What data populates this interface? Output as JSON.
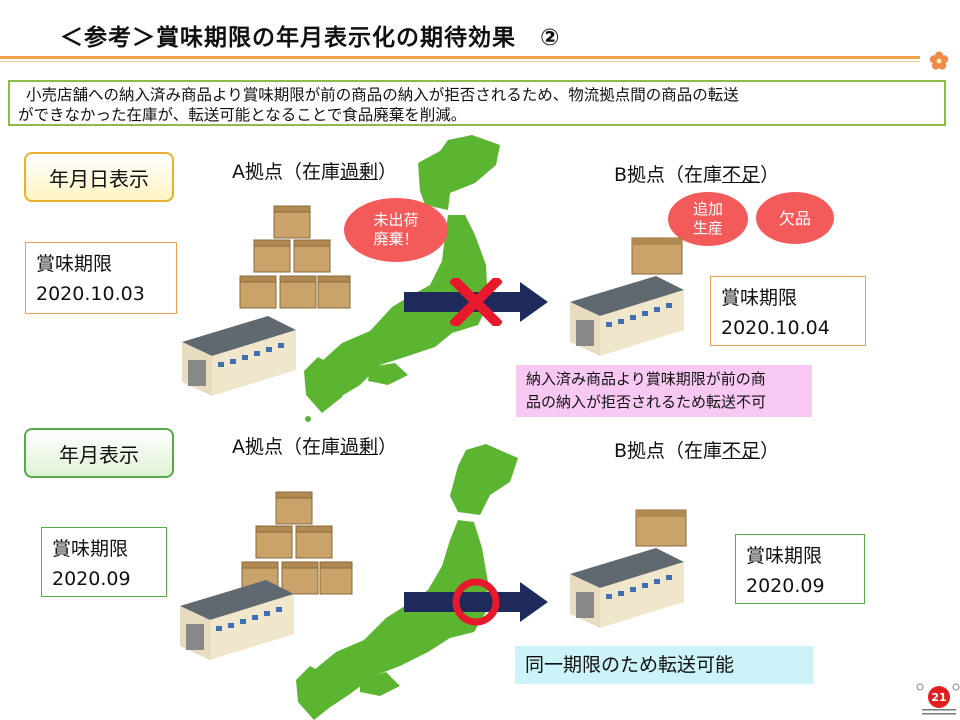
{
  "title": "＜参考＞賞味期限の年月表示化の期待効果　②",
  "summary": {
    "line1": "小売店舗への納入済み商品より賞味期限が前の商品の納入が拒否されるため、物流拠点間の商品の転送",
    "line2": "ができなかった在庫が、転送可能となることで食品廃棄を削減。"
  },
  "before": {
    "label": "年月日表示",
    "hub_a": {
      "prefix": "A拠点（在庫",
      "emph": "過剰",
      "suffix": "）"
    },
    "hub_b": {
      "prefix": "B拠点（在庫",
      "emph": "不足",
      "suffix": "）"
    },
    "date_a": {
      "label": "賞味期限",
      "value": "2020.10.03"
    },
    "date_b": {
      "label": "賞味期限",
      "value": "2020.10.04"
    },
    "bubble_waste": {
      "line1": "未出荷",
      "line2": "廃棄！"
    },
    "bubble_extra": {
      "line1": "追加",
      "line2": "生産"
    },
    "bubble_shortage": "欠品",
    "note": {
      "line1": "納入済み商品より賞味期限が前の商",
      "line2": "品の納入が拒否されるため転送不可"
    }
  },
  "after": {
    "label": "年月表示",
    "hub_a": {
      "prefix": "A拠点（在庫",
      "emph": "過剰",
      "suffix": "）"
    },
    "hub_b": {
      "prefix": "B拠点（在庫",
      "emph": "不足",
      "suffix": "）"
    },
    "date_a": {
      "label": "賞味期限",
      "value": "2020.09"
    },
    "date_b": {
      "label": "賞味期限",
      "value": "2020.09"
    },
    "note": "同一期限のため転送可能"
  },
  "page_number": "21",
  "colors": {
    "accent_orange": "#f2a24a",
    "map_green": "#5cb531",
    "arrow_navy": "#1f2a5c",
    "cross_red": "#e8192c",
    "bubble_red": "#f35b5b"
  }
}
